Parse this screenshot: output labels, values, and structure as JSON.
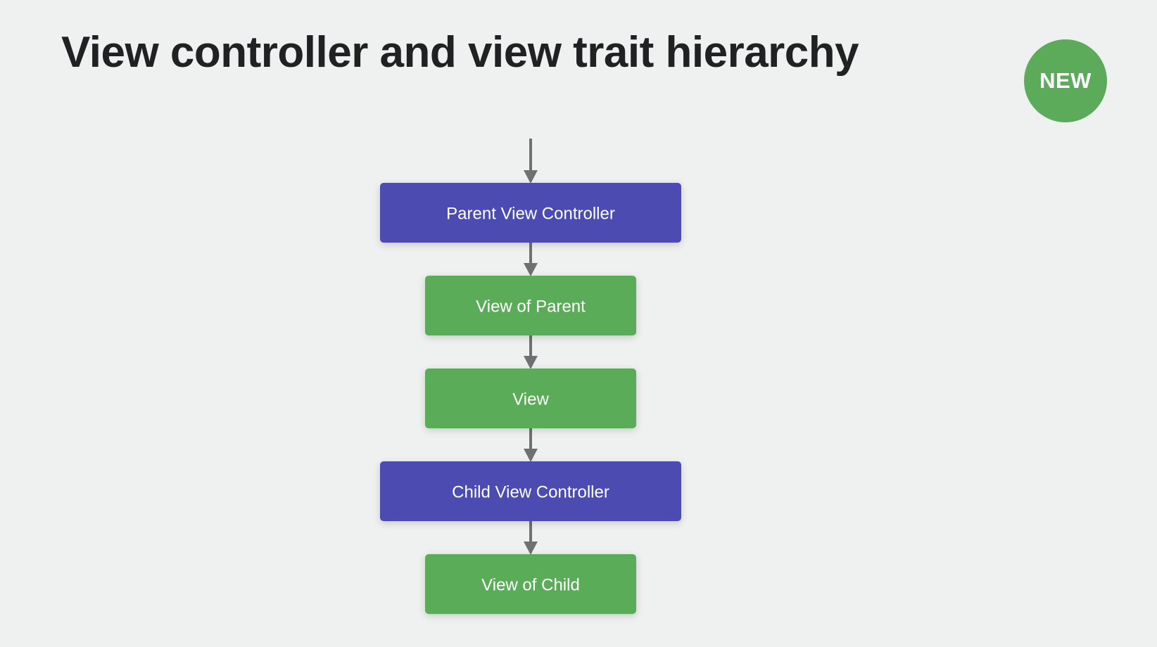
{
  "title": "View controller and view trait hierarchy",
  "badge": "NEW",
  "colors": {
    "background": "#eff0f0",
    "view_controller": "#4b4bb2",
    "view": "#5aac58",
    "badge": "#5cab5a",
    "arrow": "#6f7071",
    "title_text": "#1f2123"
  },
  "diagram": {
    "direction": "top-to-bottom",
    "entry_arrow": true,
    "nodes": [
      {
        "id": "parent-view-controller",
        "label": "Parent View Controller",
        "kind": "view_controller"
      },
      {
        "id": "view-of-parent",
        "label": "View of Parent",
        "kind": "view"
      },
      {
        "id": "view",
        "label": "View",
        "kind": "view"
      },
      {
        "id": "child-view-controller",
        "label": "Child View Controller",
        "kind": "view_controller"
      },
      {
        "id": "view-of-child",
        "label": "View of Child",
        "kind": "view"
      }
    ],
    "edges": [
      {
        "from": "parent-view-controller",
        "to": "view-of-parent"
      },
      {
        "from": "view-of-parent",
        "to": "view"
      },
      {
        "from": "view",
        "to": "child-view-controller"
      },
      {
        "from": "child-view-controller",
        "to": "view-of-child"
      }
    ]
  }
}
